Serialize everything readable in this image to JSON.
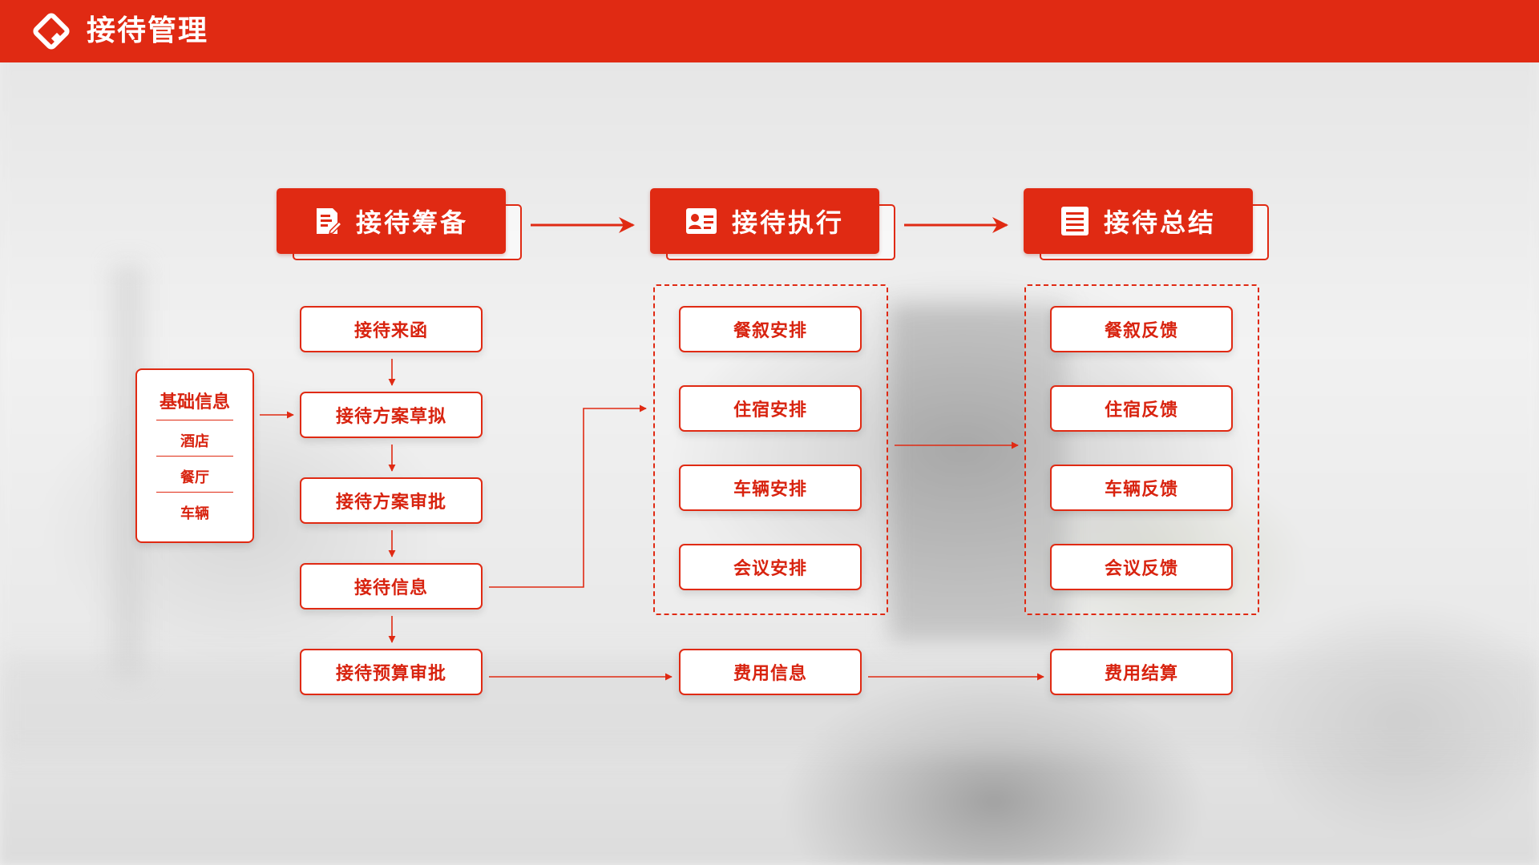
{
  "header": {
    "title": "接待管理"
  },
  "stages": [
    {
      "title": "接待筹备",
      "icon": "document-edit-icon"
    },
    {
      "title": "接待执行",
      "icon": "id-card-icon"
    },
    {
      "title": "接待总结",
      "icon": "list-document-icon"
    }
  ],
  "base_info": {
    "title": "基础信息",
    "items": [
      "酒店",
      "餐厅",
      "车辆"
    ]
  },
  "preparation_steps": [
    "接待来函",
    "接待方案草拟",
    "接待方案审批",
    "接待信息",
    "接待预算审批"
  ],
  "execution_items": [
    "餐叙安排",
    "住宿安排",
    "车辆安排",
    "会议安排"
  ],
  "execution_cost": "费用信息",
  "summary_items": [
    "餐叙反馈",
    "住宿反馈",
    "车辆反馈",
    "会议反馈"
  ],
  "summary_cost": "费用结算",
  "colors": {
    "primary": "#e02a13",
    "text": "#d8230f",
    "white": "#ffffff"
  }
}
